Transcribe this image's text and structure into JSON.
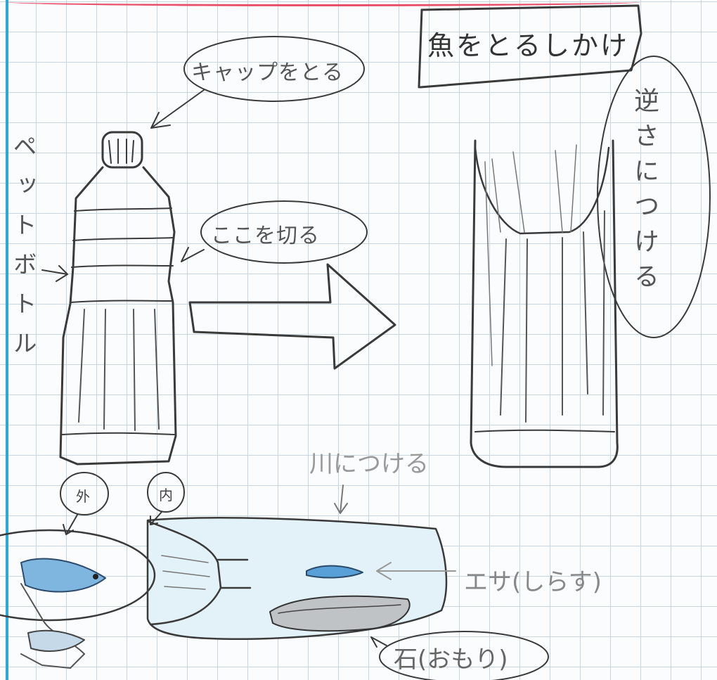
{
  "title": "魚をとるしかけ",
  "labels": {
    "cap": "キャップをとる",
    "cut_here": "ここを切る",
    "pet_bottle": "ペットボトル",
    "attach_reverse": "逆さにつける",
    "river": "川につける",
    "bait": "エサ(しらす)",
    "weight": "石(おもり)",
    "big_circle": "外",
    "small_circle": "内"
  },
  "colors": {
    "pencil": "#3a3a3a",
    "water": "#bfe0f0",
    "grid": "#c9d6df",
    "margin": "#2aa8dc",
    "top_line": "#e8506a",
    "fish": "#5aa0d8"
  },
  "icons": [
    "bottle-drawing",
    "arrow-right",
    "inverted-bottle-drawing",
    "fish-trap-drawing",
    "fish-icon",
    "bait-fish-icon",
    "stone-icon"
  ]
}
